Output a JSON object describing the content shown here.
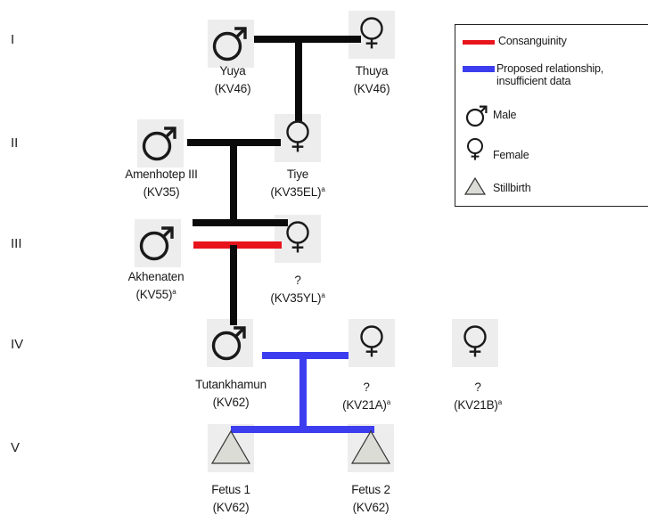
{
  "generations": [
    "I",
    "II",
    "III",
    "IV",
    "V"
  ],
  "individuals": {
    "yuya": {
      "name": "Yuya",
      "tomb": "(KV46)",
      "sex": "male",
      "mark": ""
    },
    "thuya": {
      "name": "Thuya",
      "tomb": "(KV46)",
      "sex": "female",
      "mark": ""
    },
    "amenhotep": {
      "name": "Amenhotep III",
      "tomb": "(KV35)",
      "sex": "male",
      "mark": ""
    },
    "tiye": {
      "name": "Tiye",
      "tomb": "(KV35EL)",
      "sex": "female",
      "mark": "a"
    },
    "akhenaten": {
      "name": "Akhenaten",
      "tomb": "(KV55)",
      "sex": "male",
      "mark": "a"
    },
    "kv35yl": {
      "name": "?",
      "tomb": "(KV35YL)",
      "sex": "female",
      "mark": "a"
    },
    "tutankhamun": {
      "name": "Tutankhamun",
      "tomb": "(KV62)",
      "sex": "male",
      "mark": ""
    },
    "kv21a": {
      "name": "?",
      "tomb": "(KV21A)",
      "sex": "female",
      "mark": "a"
    },
    "kv21b": {
      "name": "?",
      "tomb": "(KV21B)",
      "sex": "female",
      "mark": "a"
    },
    "fetus1": {
      "name": "Fetus 1",
      "tomb": "(KV62)",
      "sex": "stillbirth",
      "mark": ""
    },
    "fetus2": {
      "name": "Fetus 2",
      "tomb": "(KV62)",
      "sex": "stillbirth",
      "mark": ""
    }
  },
  "relationships": [
    {
      "from": "yuya",
      "to": "thuya",
      "type": "marriage",
      "child": "tiye"
    },
    {
      "from": "amenhotep",
      "to": "tiye",
      "type": "marriage",
      "child": "akhenaten"
    },
    {
      "from": "amenhotep",
      "to": "tiye",
      "type": "marriage",
      "child": "kv35yl"
    },
    {
      "from": "akhenaten",
      "to": "kv35yl",
      "type": "consanguinity",
      "child": "tutankhamun"
    },
    {
      "from": "tutankhamun",
      "to": "kv21a",
      "type": "proposed",
      "child": "fetus1"
    },
    {
      "from": "tutankhamun",
      "to": "kv21a",
      "type": "proposed",
      "child": "fetus2"
    }
  ],
  "legend": {
    "consanguinity": "Consanguinity",
    "proposed_line1": "Proposed relationship,",
    "proposed_line2": "insufficient data",
    "male": "Male",
    "female": "Female",
    "stillbirth": "Stillbirth"
  },
  "colors": {
    "line": "#0a0a0a",
    "consanguinity": "#e8141c",
    "proposed": "#3d3df0",
    "triangle_fill": "#dcdcd6",
    "symbol": "#1a1a1a",
    "tile": "#ededed"
  }
}
